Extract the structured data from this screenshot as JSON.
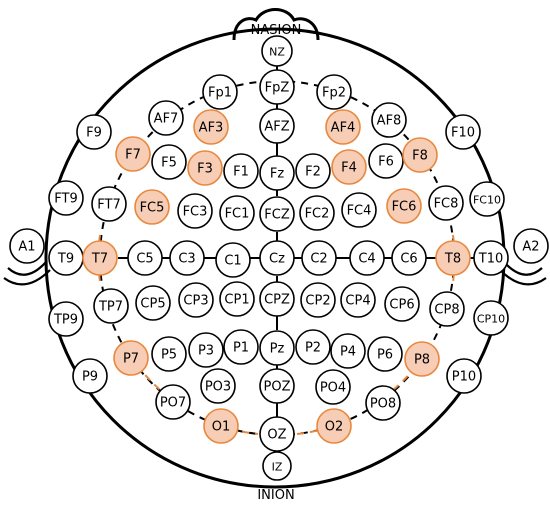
{
  "landmarks": {
    "top": "NASION",
    "bottom": "INION"
  },
  "colors": {
    "highlight_fill": "#f7cdb5",
    "highlight_stroke": "#e8883e",
    "normal_fill": "#ffffff",
    "normal_stroke": "#000000"
  },
  "electrodes": [
    {
      "label": "NZ",
      "highlight": false
    },
    {
      "label": "FpZ",
      "highlight": false
    },
    {
      "label": "Fp1",
      "highlight": false
    },
    {
      "label": "Fp2",
      "highlight": false
    },
    {
      "label": "AF7",
      "highlight": false
    },
    {
      "label": "AF3",
      "highlight": true
    },
    {
      "label": "AFZ",
      "highlight": false
    },
    {
      "label": "AF4",
      "highlight": true
    },
    {
      "label": "AF8",
      "highlight": false
    },
    {
      "label": "F9",
      "highlight": false
    },
    {
      "label": "F7",
      "highlight": true
    },
    {
      "label": "F5",
      "highlight": false
    },
    {
      "label": "F3",
      "highlight": true
    },
    {
      "label": "F1",
      "highlight": false
    },
    {
      "label": "Fz",
      "highlight": false
    },
    {
      "label": "F2",
      "highlight": false
    },
    {
      "label": "F4",
      "highlight": true
    },
    {
      "label": "F6",
      "highlight": false
    },
    {
      "label": "F8",
      "highlight": true
    },
    {
      "label": "F10",
      "highlight": false
    },
    {
      "label": "FT9",
      "highlight": false
    },
    {
      "label": "FT7",
      "highlight": false
    },
    {
      "label": "FC5",
      "highlight": true
    },
    {
      "label": "FC3",
      "highlight": false
    },
    {
      "label": "FC1",
      "highlight": false
    },
    {
      "label": "FCZ",
      "highlight": false
    },
    {
      "label": "FC2",
      "highlight": false
    },
    {
      "label": "FC4",
      "highlight": false
    },
    {
      "label": "FC6",
      "highlight": true
    },
    {
      "label": "FC8",
      "highlight": false
    },
    {
      "label": "FC10",
      "highlight": false
    },
    {
      "label": "A1",
      "highlight": false
    },
    {
      "label": "T9",
      "highlight": false
    },
    {
      "label": "T7",
      "highlight": true
    },
    {
      "label": "C5",
      "highlight": false
    },
    {
      "label": "C3",
      "highlight": false
    },
    {
      "label": "C1",
      "highlight": false
    },
    {
      "label": "Cz",
      "highlight": false
    },
    {
      "label": "C2",
      "highlight": false
    },
    {
      "label": "C4",
      "highlight": false
    },
    {
      "label": "C6",
      "highlight": false
    },
    {
      "label": "T8",
      "highlight": true
    },
    {
      "label": "T10",
      "highlight": false
    },
    {
      "label": "A2",
      "highlight": false
    },
    {
      "label": "TP9",
      "highlight": false
    },
    {
      "label": "TP7",
      "highlight": false
    },
    {
      "label": "CP5",
      "highlight": false
    },
    {
      "label": "CP3",
      "highlight": false
    },
    {
      "label": "CP1",
      "highlight": false
    },
    {
      "label": "CPZ",
      "highlight": false
    },
    {
      "label": "CP2",
      "highlight": false
    },
    {
      "label": "CP4",
      "highlight": false
    },
    {
      "label": "CP6",
      "highlight": false
    },
    {
      "label": "CP8",
      "highlight": false
    },
    {
      "label": "CP10",
      "highlight": false
    },
    {
      "label": "P9",
      "highlight": false
    },
    {
      "label": "P7",
      "highlight": true
    },
    {
      "label": "P5",
      "highlight": false
    },
    {
      "label": "P3",
      "highlight": false
    },
    {
      "label": "P1",
      "highlight": false
    },
    {
      "label": "Pz",
      "highlight": false
    },
    {
      "label": "P2",
      "highlight": false
    },
    {
      "label": "P4",
      "highlight": false
    },
    {
      "label": "P6",
      "highlight": false
    },
    {
      "label": "P8",
      "highlight": true
    },
    {
      "label": "P10",
      "highlight": false
    },
    {
      "label": "PO7",
      "highlight": false
    },
    {
      "label": "PO3",
      "highlight": false
    },
    {
      "label": "POZ",
      "highlight": false
    },
    {
      "label": "PO4",
      "highlight": false
    },
    {
      "label": "PO8",
      "highlight": false
    },
    {
      "label": "O1",
      "highlight": true
    },
    {
      "label": "OZ",
      "highlight": false
    },
    {
      "label": "O2",
      "highlight": true
    },
    {
      "label": "IZ",
      "highlight": false
    }
  ]
}
